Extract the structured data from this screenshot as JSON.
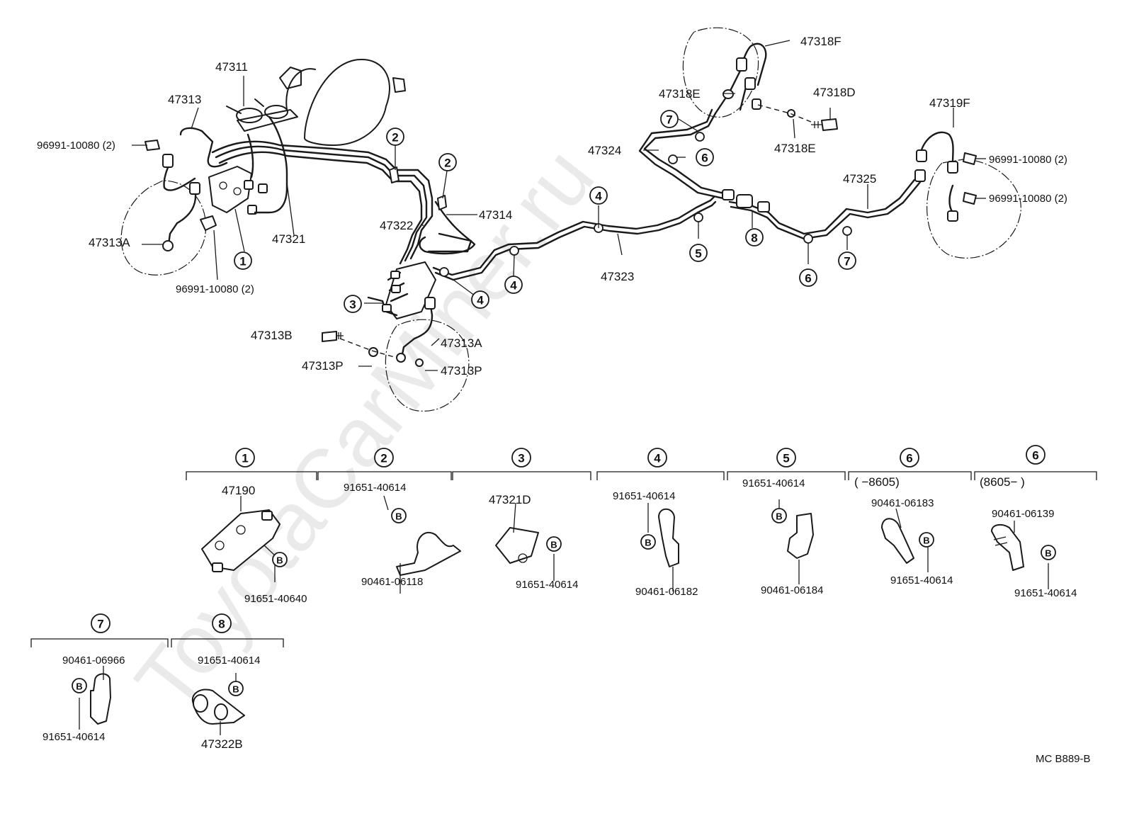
{
  "watermark": "ToyotaCarMiner.ru",
  "footer": {
    "code": "MC  B889-B"
  },
  "part_labels": {
    "p47311": "47311",
    "p47313": "47313",
    "p96991_left": "96991-10080 (2)",
    "p47313A_left": "47313A",
    "p96991_bottom": "96991-10080 (2)",
    "p47321": "47321",
    "p47322": "47322",
    "p47314": "47314",
    "p47313B": "47313B",
    "p47313P_left": "47313P",
    "p47313A_right": "47313A",
    "p47313P_right": "47313P",
    "p47323": "47323",
    "p47324": "47324",
    "p47318E_top": "47318E",
    "p47318F": "47318F",
    "p47318D": "47318D",
    "p47318E_bottom": "47318E",
    "p47319F": "47319F",
    "p96991_right1": "96991-10080 (2)",
    "p96991_right2": "96991-10080 (2)",
    "p47325": "47325"
  },
  "callouts": {
    "c1": "1",
    "c2": "2",
    "c3": "3",
    "c4": "4",
    "c5": "5",
    "c6": "6",
    "c7": "7",
    "c8": "8"
  },
  "detail_groups": [
    {
      "number": "1",
      "range": "",
      "labels": [
        "47190",
        "91651-40640"
      ]
    },
    {
      "number": "2",
      "range": "",
      "labels": [
        "91651-40614",
        "90461-06118"
      ]
    },
    {
      "number": "3",
      "range": "",
      "labels": [
        "47321D",
        "91651-40614"
      ]
    },
    {
      "number": "4",
      "range": "",
      "labels": [
        "91651-40614",
        "90461-06182"
      ]
    },
    {
      "number": "5",
      "range": "",
      "labels": [
        "91651-40614",
        "90461-06184"
      ]
    },
    {
      "number": "6",
      "range": "(      −8605)",
      "labels": [
        "90461-06183",
        "91651-40614"
      ]
    },
    {
      "number": "6",
      "range": "(8605−          )",
      "labels": [
        "90461-06139",
        "91651-40614"
      ]
    },
    {
      "number": "7",
      "range": "",
      "labels": [
        "90461-06966",
        "91651-40614"
      ]
    },
    {
      "number": "8",
      "range": "",
      "labels": [
        "91651-40614",
        "47322B"
      ]
    }
  ],
  "bolt_marker": "B"
}
